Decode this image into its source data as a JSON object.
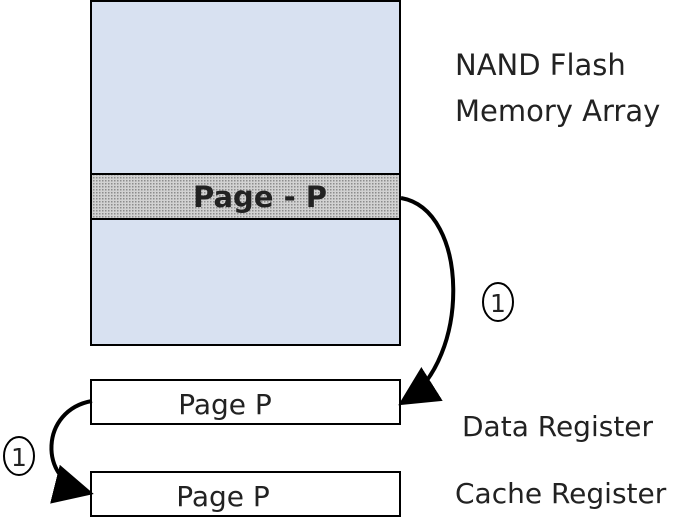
{
  "memory_array": {
    "label_line1": "NAND Flash",
    "label_line2": "Memory Array",
    "page_label": "Page - P",
    "fill_color": "#d8e1f1",
    "page_fill_color": "#c4c4c4"
  },
  "data_register": {
    "page_label": "Page P",
    "label": "Data Register"
  },
  "cache_register": {
    "page_label": "Page P",
    "label": "Cache Register"
  },
  "steps": {
    "array_to_data": "1",
    "data_to_cache": "1"
  }
}
